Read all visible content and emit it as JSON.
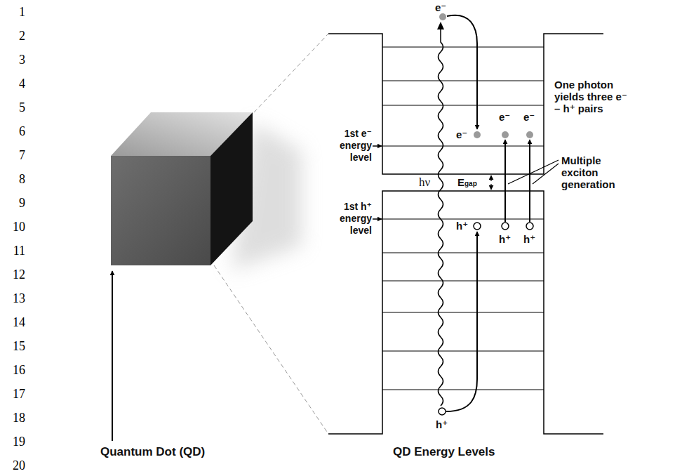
{
  "diagram": {
    "labels": [
      "1",
      "2",
      "3",
      "4",
      "5",
      "6",
      "7",
      "8",
      "9",
      "10",
      "11",
      "12",
      "13",
      "14",
      "15",
      "16",
      "17",
      "18",
      "19",
      "20",
      "e⁻",
      "1st e⁻ energy level",
      "e⁻",
      "e⁻",
      "e⁻",
      "One photon yields three e⁻ – h⁺ pairs",
      "hν",
      "Egap",
      "Multiple exciton generation",
      "1st h⁺ energy level",
      "h⁺",
      "h⁺",
      "h⁺",
      "h⁺",
      "Quantum Dot (QD)",
      "QD Energy Levels"
    ]
  }
}
